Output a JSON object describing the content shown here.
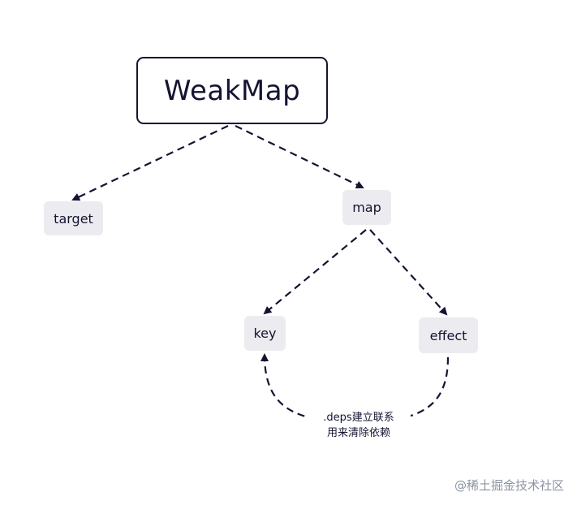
{
  "diagram": {
    "root": {
      "label": "WeakMap"
    },
    "nodes": {
      "target": {
        "label": "target"
      },
      "map": {
        "label": "map"
      },
      "key": {
        "label": "key"
      },
      "effect": {
        "label": "effect"
      }
    },
    "edges": [
      {
        "from": "WeakMap",
        "to": "target",
        "style": "dashed"
      },
      {
        "from": "WeakMap",
        "to": "map",
        "style": "dashed"
      },
      {
        "from": "map",
        "to": "key",
        "style": "dashed"
      },
      {
        "from": "map",
        "to": "effect",
        "style": "dashed"
      },
      {
        "from": "effect",
        "to": "key",
        "style": "dashed-curved",
        "label_line1": ".deps建立联系",
        "label_line2": "用来清除依赖"
      }
    ]
  },
  "watermark": {
    "text": "@稀土掘金技术社区"
  },
  "colors": {
    "stroke": "#141432",
    "node_fill": "#ecebef",
    "watermark": "#8d93a0",
    "background": "#ffffff"
  }
}
